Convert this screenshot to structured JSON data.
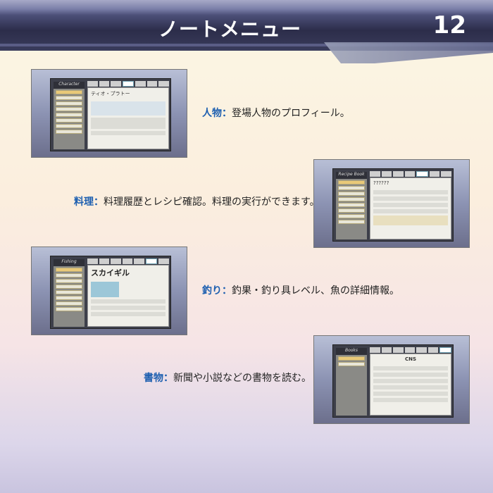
{
  "header": {
    "title": "ノートメニュー",
    "page_number": "12"
  },
  "sections": [
    {
      "key": "人物",
      "desc": "登場人物のプロフィール。",
      "shot": {
        "title": "Character",
        "heading": "ティオ・プラトー"
      }
    },
    {
      "key": "料理",
      "desc": "料理履歴とレシピ確認。料理の実行ができます。",
      "shot": {
        "title": "Recipe Book",
        "heading": "??????"
      }
    },
    {
      "key": "釣り",
      "desc": "釣果・釣り具レベル、魚の詳細情報。",
      "shot": {
        "title": "Fishing",
        "heading": "スカイギル"
      }
    },
    {
      "key": "書物",
      "desc": "新聞や小説などの書物を読む。",
      "shot": {
        "title": "Books",
        "heading": "CNS"
      }
    }
  ],
  "separator": "："
}
